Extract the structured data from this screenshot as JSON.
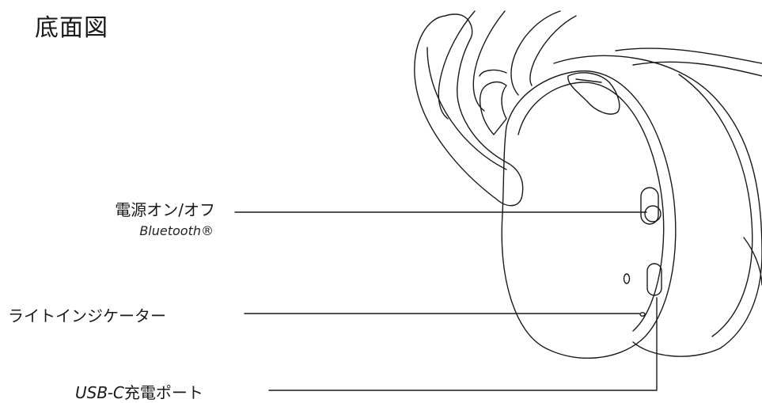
{
  "title": "底面図",
  "callouts": {
    "power": {
      "label": "電源オン/オフ",
      "sublabel": "Bluetooth®"
    },
    "light": {
      "label": "ライトインジケーター"
    },
    "usb": {
      "label_prefix": "USB-C",
      "label_suffix": "充電ポート"
    }
  }
}
